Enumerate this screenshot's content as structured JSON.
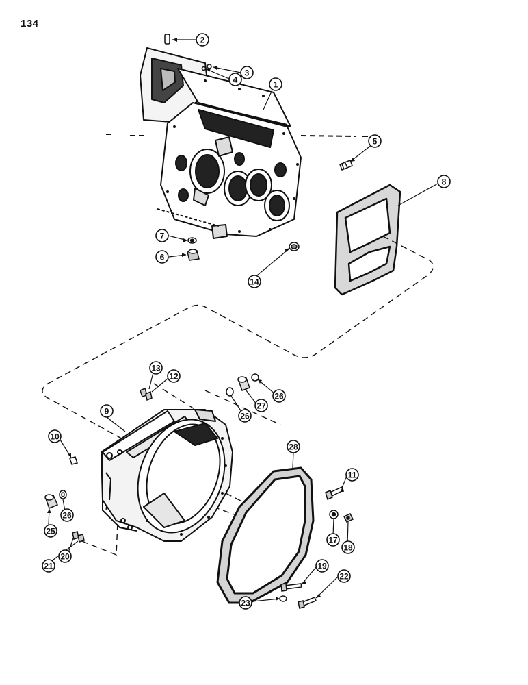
{
  "page_number": "134",
  "callouts": [
    {
      "label": "1"
    },
    {
      "label": "2"
    },
    {
      "label": "3"
    },
    {
      "label": "4"
    },
    {
      "label": "5"
    },
    {
      "label": "6"
    },
    {
      "label": "7"
    },
    {
      "label": "8"
    },
    {
      "label": "9"
    },
    {
      "label": "10"
    },
    {
      "label": "11"
    },
    {
      "label": "12"
    },
    {
      "label": "13"
    },
    {
      "label": "14"
    },
    {
      "label": "17"
    },
    {
      "label": "18"
    },
    {
      "label": "19"
    },
    {
      "label": "20"
    },
    {
      "label": "21"
    },
    {
      "label": "22"
    },
    {
      "label": "23"
    },
    {
      "label": "25"
    },
    {
      "label": "26"
    },
    {
      "label": "26"
    },
    {
      "label": "26"
    },
    {
      "label": "27"
    },
    {
      "label": "28"
    }
  ]
}
